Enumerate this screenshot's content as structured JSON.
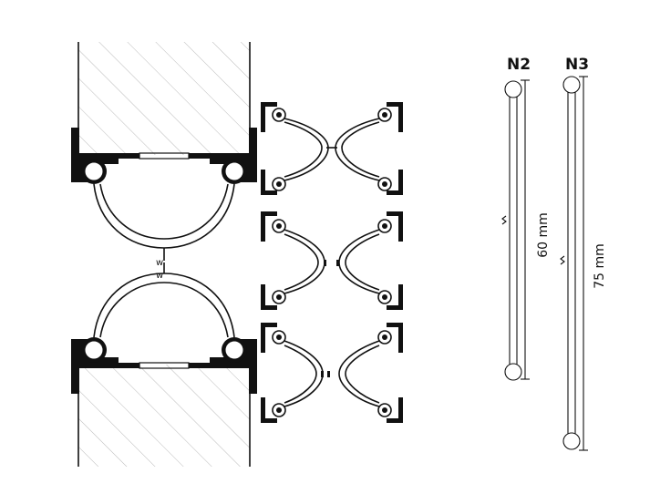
{
  "profiles": [
    {
      "name": "N2",
      "length_label": "60 mm"
    },
    {
      "name": "N3",
      "length_label": "75 mm"
    }
  ],
  "colors": {
    "ink": "#111111",
    "hatch": "#bbbbbb",
    "background": "#ffffff"
  }
}
